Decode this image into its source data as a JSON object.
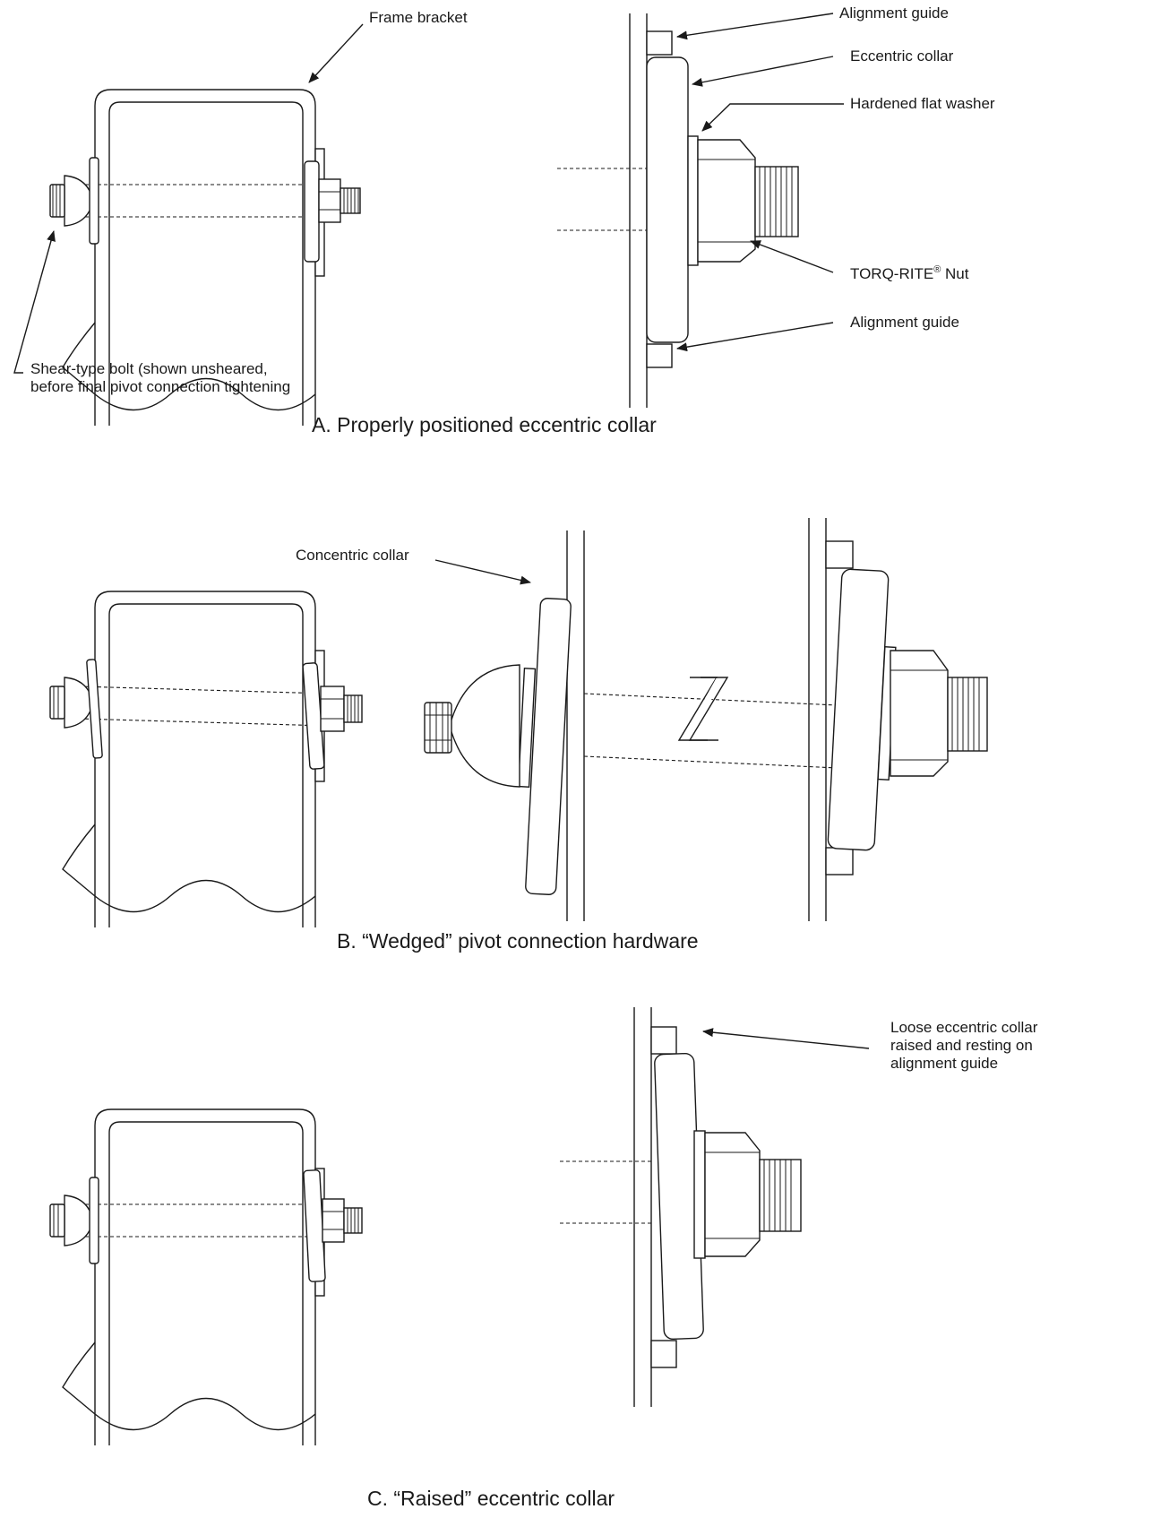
{
  "panel_a": {
    "labels": {
      "frame_bracket": "Frame bracket",
      "alignment_guide_top": "Alignment guide",
      "eccentric_collar": "Eccentric collar",
      "hardened_washer": "Hardened flat washer",
      "nut_name": "TORQ-RITE",
      "nut_reg": "®",
      "nut_suffix": " Nut",
      "alignment_guide_bottom": "Alignment guide",
      "shear_bolt_line1": "Shear-type bolt (shown unsheared,",
      "shear_bolt_line2": "before final pivot connection tightening"
    },
    "caption": "A.  Properly positioned eccentric collar"
  },
  "panel_b": {
    "labels": {
      "concentric_collar": "Concentric collar"
    },
    "caption": "B.  “Wedged” pivot connection hardware"
  },
  "panel_c": {
    "labels": {
      "loose_line1": "Loose eccentric collar",
      "loose_line2": "raised and resting on",
      "loose_line3": "alignment guide"
    },
    "caption": "C.  “Raised” eccentric collar"
  }
}
